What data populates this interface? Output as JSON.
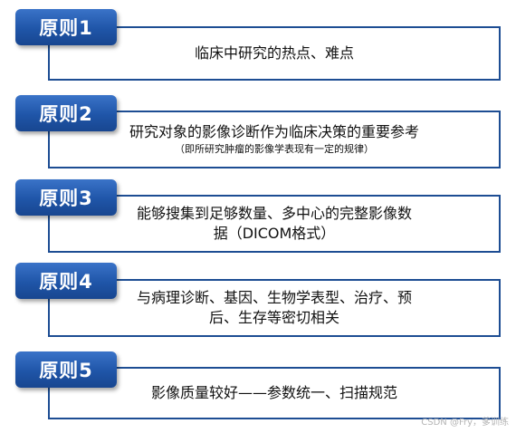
{
  "principles": [
    {
      "label": "原则1",
      "lines": [
        "临床中研究的热点、难点"
      ],
      "sub": ""
    },
    {
      "label": "原则2",
      "lines": [
        "研究对象的影像诊断作为临床决策的重要参考"
      ],
      "sub": "（即所研究肿瘤的影像学表现有一定的规律）"
    },
    {
      "label": "原则3",
      "lines": [
        "能够搜集到足够数量、多中心的完整影像数",
        "据（DICOM格式）"
      ],
      "sub": ""
    },
    {
      "label": "原则4",
      "lines": [
        "与病理诊断、基因、生物学表型、治疗、预",
        "后、生存等密切相关"
      ],
      "sub": ""
    },
    {
      "label": "原则5",
      "lines": [
        "影像质量较好——参数统一、扫描规范"
      ],
      "sub": ""
    }
  ],
  "watermark": "CSDN @Fry，爹训练"
}
